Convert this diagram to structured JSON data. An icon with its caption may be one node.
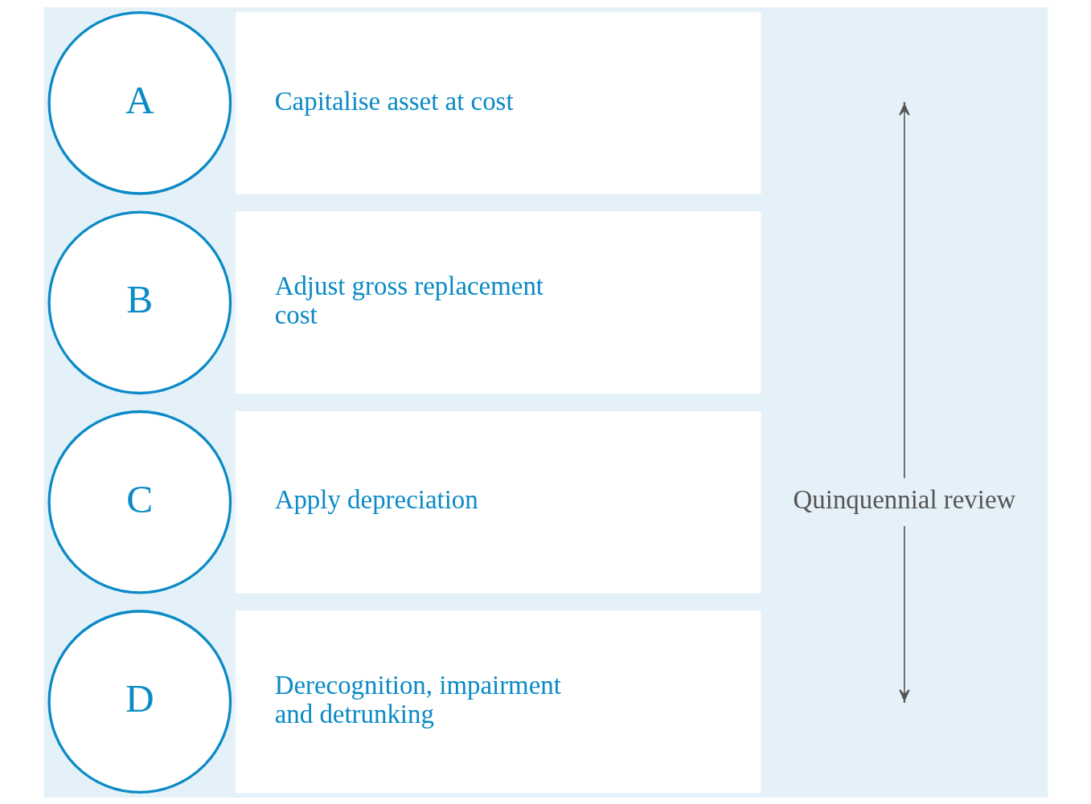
{
  "diagram": {
    "nodes": [
      {
        "text": [
          "A"
        ]
      },
      {
        "text": [
          "Capitalise asset at cost"
        ]
      },
      {
        "text": [
          "B"
        ]
      },
      {
        "text": [
          "Adjust gross replacement cost"
        ]
      },
      {
        "text": [
          "C"
        ]
      },
      {
        "text": [
          "Apply depreciation"
        ]
      },
      {
        "text": [
          "D"
        ]
      },
      {
        "text": [
          "Derecognition, impairment and detrunking"
        ]
      }
    ],
    "edges": [],
    "labels": [
      "Quinquennial review"
    ]
  }
}
